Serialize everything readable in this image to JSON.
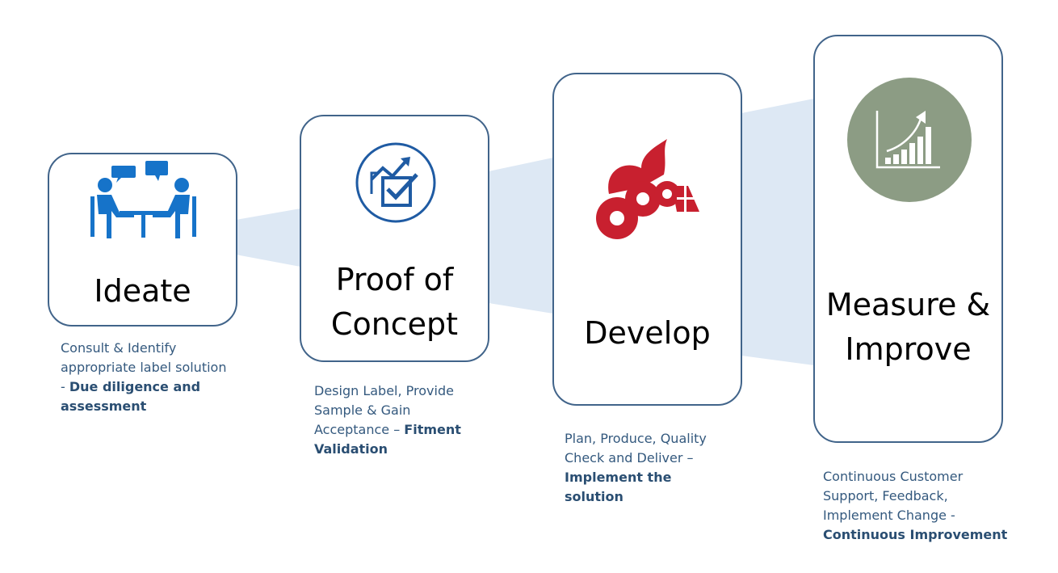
{
  "steps": [
    {
      "title": "Ideate",
      "desc_plain": "Consult & Identify appropriate label solution - ",
      "desc_bold": "Due diligence and assessment",
      "icon": "meeting-icon"
    },
    {
      "title_line1": "Proof of",
      "title_line2": "Concept",
      "desc_plain": "Design Label, Provide Sample & Gain Acceptance – ",
      "desc_bold": "Fitment Validation",
      "icon": "chart-check-icon"
    },
    {
      "title": "Develop",
      "desc_plain": "Plan, Produce, Quality Check and Deliver – ",
      "desc_bold": "Implement the solution",
      "icon": "label-rolls-icon"
    },
    {
      "title_line1": "Measure &",
      "title_line2": "Improve",
      "desc_plain": "Continuous Customer Support, Feedback, Implement Change  - ",
      "desc_bold": "Continuous Improvement",
      "icon": "growth-chart-icon"
    }
  ],
  "colors": {
    "border": "#41648a",
    "funnel": "#dde8f4",
    "icon_blue": "#1673c9",
    "icon_red": "#c8202f",
    "icon_green": "#8c9c84",
    "text_blue": "#34597e"
  }
}
